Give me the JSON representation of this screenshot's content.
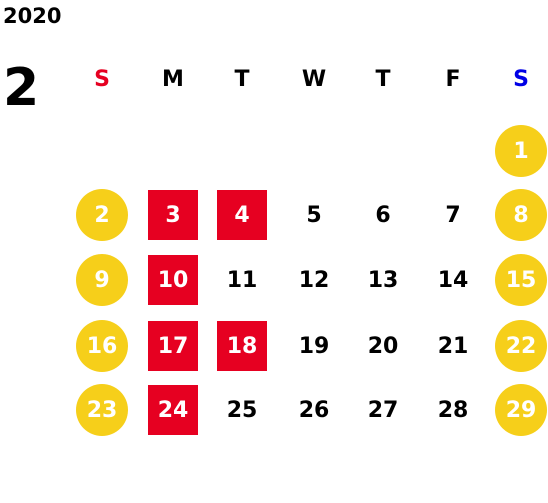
{
  "calendar": {
    "year": "2020",
    "month": "2",
    "weekdays": [
      "S",
      "M",
      "T",
      "W",
      "T",
      "F",
      "S"
    ],
    "colors": {
      "sunday_label": "#e60021",
      "saturday_label": "#0000e6",
      "weekday_label": "#000000",
      "weekend_circle": "#f6cf1a",
      "highlight_square": "#e60021"
    },
    "weeks": [
      [
        null,
        null,
        null,
        null,
        null,
        null,
        {
          "n": "1",
          "type": "weekend"
        }
      ],
      [
        {
          "n": "2",
          "type": "weekend"
        },
        {
          "n": "3",
          "type": "holiday"
        },
        {
          "n": "4",
          "type": "holiday"
        },
        {
          "n": "5",
          "type": "normal"
        },
        {
          "n": "6",
          "type": "normal"
        },
        {
          "n": "7",
          "type": "normal"
        },
        {
          "n": "8",
          "type": "weekend"
        }
      ],
      [
        {
          "n": "9",
          "type": "weekend"
        },
        {
          "n": "10",
          "type": "holiday"
        },
        {
          "n": "11",
          "type": "normal"
        },
        {
          "n": "12",
          "type": "normal"
        },
        {
          "n": "13",
          "type": "normal"
        },
        {
          "n": "14",
          "type": "normal"
        },
        {
          "n": "15",
          "type": "weekend"
        }
      ],
      [
        {
          "n": "16",
          "type": "weekend"
        },
        {
          "n": "17",
          "type": "holiday"
        },
        {
          "n": "18",
          "type": "holiday"
        },
        {
          "n": "19",
          "type": "normal"
        },
        {
          "n": "20",
          "type": "normal"
        },
        {
          "n": "21",
          "type": "normal"
        },
        {
          "n": "22",
          "type": "weekend"
        }
      ],
      [
        {
          "n": "23",
          "type": "weekend"
        },
        {
          "n": "24",
          "type": "holiday"
        },
        {
          "n": "25",
          "type": "normal"
        },
        {
          "n": "26",
          "type": "normal"
        },
        {
          "n": "27",
          "type": "normal"
        },
        {
          "n": "28",
          "type": "normal"
        },
        {
          "n": "29",
          "type": "weekend"
        }
      ]
    ]
  }
}
